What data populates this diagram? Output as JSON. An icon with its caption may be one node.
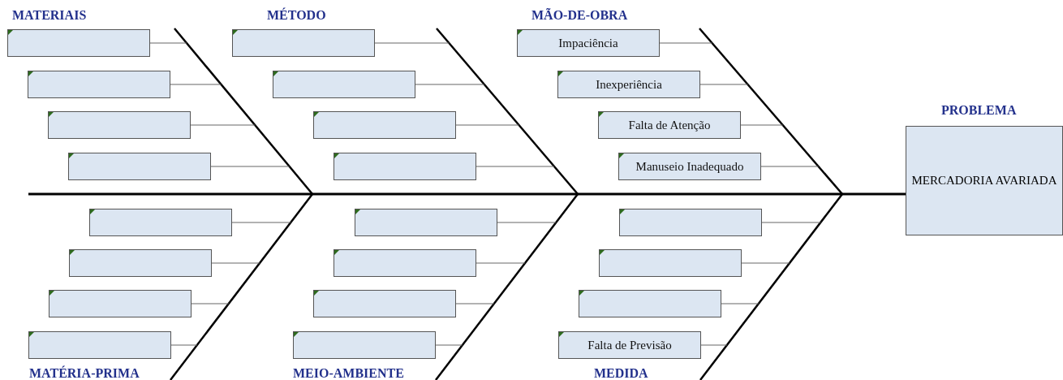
{
  "diagram": {
    "nodes": [
      {
        "text": [
          "PROBLEMA",
          "MERCADORIA AVARIADA"
        ]
      },
      {
        "text": [],
        "shape": "box"
      },
      {
        "text": [],
        "shape": "box"
      },
      {
        "text": [],
        "shape": "box"
      },
      {
        "text": [],
        "shape": "box"
      },
      {
        "text": [],
        "shape": "box"
      },
      {
        "text": [],
        "shape": "box"
      },
      {
        "text": [],
        "shape": "box"
      },
      {
        "text": [],
        "shape": "box"
      },
      {
        "text": [
          "Impaciência"
        ]
      },
      {
        "text": [
          "Inexperiência"
        ]
      },
      {
        "text": [
          "Falta de Atenção"
        ]
      },
      {
        "text": [
          "Manuseio Inadequado"
        ]
      },
      {
        "text": [],
        "shape": "box"
      },
      {
        "text": [],
        "shape": "box"
      },
      {
        "text": [],
        "shape": "box"
      },
      {
        "text": [],
        "shape": "box"
      },
      {
        "text": [],
        "shape": "box"
      },
      {
        "text": [],
        "shape": "box"
      },
      {
        "text": [],
        "shape": "box"
      },
      {
        "text": [],
        "shape": "box"
      },
      {
        "text": [],
        "shape": "box"
      },
      {
        "text": [],
        "shape": "box"
      },
      {
        "text": [],
        "shape": "box"
      },
      {
        "text": [
          "Falta de Previsão"
        ]
      }
    ],
    "edges": [
      {
        "from": null,
        "to": 0,
        "arrow": "none",
        "style": "thick",
        "color": "#000000"
      },
      {
        "from": 1,
        "to": null,
        "arrow": "none"
      },
      {
        "from": 2,
        "to": null,
        "arrow": "none"
      },
      {
        "from": 3,
        "to": null,
        "arrow": "none"
      },
      {
        "from": 4,
        "to": null,
        "arrow": "none"
      },
      {
        "from": 5,
        "to": null,
        "arrow": "none"
      },
      {
        "from": 6,
        "to": null,
        "arrow": "none"
      },
      {
        "from": 7,
        "to": null,
        "arrow": "none"
      },
      {
        "from": 8,
        "to": null,
        "arrow": "none"
      },
      {
        "from": 9,
        "to": null,
        "arrow": "none"
      },
      {
        "from": 10,
        "to": null,
        "arrow": "none"
      },
      {
        "from": 11,
        "to": null,
        "arrow": "none"
      },
      {
        "from": 12,
        "to": null,
        "arrow": "none"
      },
      {
        "from": 13,
        "to": null,
        "arrow": "none"
      },
      {
        "from": 14,
        "to": null,
        "arrow": "none"
      },
      {
        "from": 15,
        "to": null,
        "arrow": "none"
      },
      {
        "from": 16,
        "to": null,
        "arrow": "none"
      },
      {
        "from": 17,
        "to": null,
        "arrow": "none"
      },
      {
        "from": 18,
        "to": null,
        "arrow": "none"
      },
      {
        "from": 19,
        "to": null,
        "arrow": "none"
      },
      {
        "from": 20,
        "to": null,
        "arrow": "none"
      },
      {
        "from": 21,
        "to": null,
        "arrow": "none"
      },
      {
        "from": 22,
        "to": null,
        "arrow": "none"
      },
      {
        "from": 23,
        "to": null,
        "arrow": "none"
      },
      {
        "from": 24,
        "to": null,
        "arrow": "none"
      }
    ],
    "labels": [
      "MATERIAIS",
      "MÉTODO",
      "MÃO-DE-OBRA",
      "MATÉRIA-PRIMA",
      "MEIO-AMBIENTE",
      "MEDIDA"
    ]
  }
}
